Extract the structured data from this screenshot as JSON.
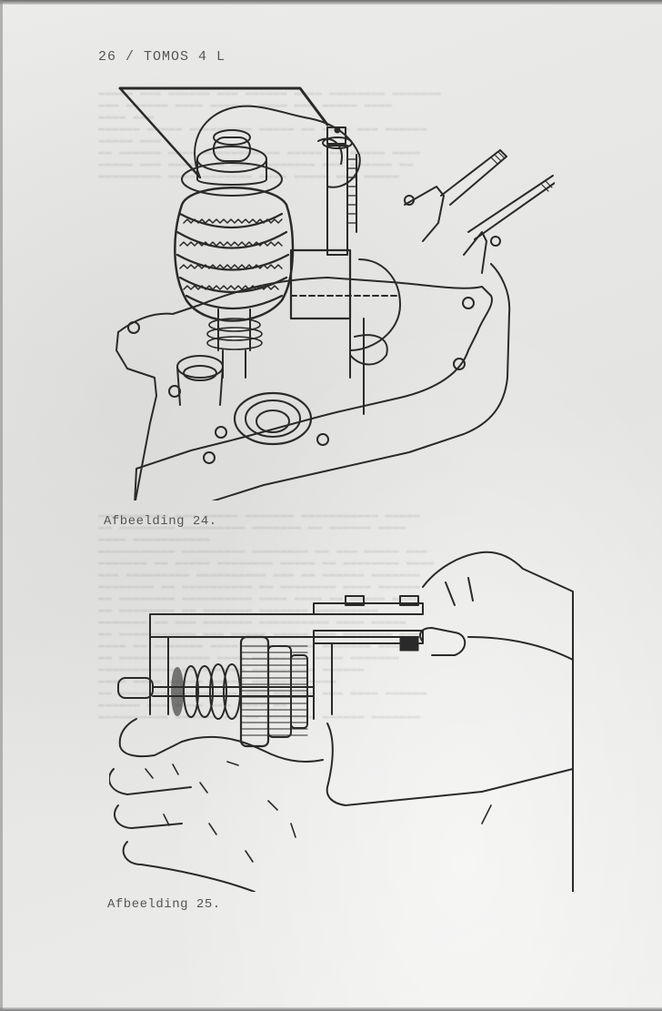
{
  "page": {
    "header": "26 / TOMOS 4 L",
    "page_number": "26",
    "title": "TOMOS 4 L"
  },
  "figures": [
    {
      "id": "fig-24",
      "caption": "Afbeelding 24.",
      "description": "Gearbox cluster being lifted out of engine crankcase by hand"
    },
    {
      "id": "fig-25",
      "caption": "Afbeelding 25.",
      "description": "Measuring gear shaft assembly with vernier caliper held in two hands"
    }
  ],
  "colors": {
    "paper": "#e9e9e7",
    "ink": "#2a2a2a",
    "caption_text": "#555555"
  }
}
